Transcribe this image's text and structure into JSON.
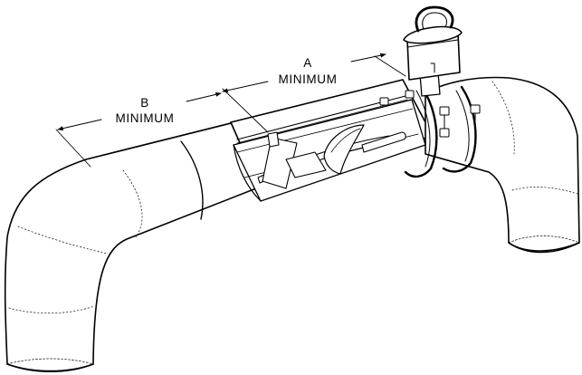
{
  "dimensions": [
    {
      "letter": "A",
      "word": "MINIMUM"
    },
    {
      "letter": "B",
      "word": "MINIMUM"
    }
  ],
  "colors": {
    "line": "#000000",
    "background": "#ffffff"
  }
}
